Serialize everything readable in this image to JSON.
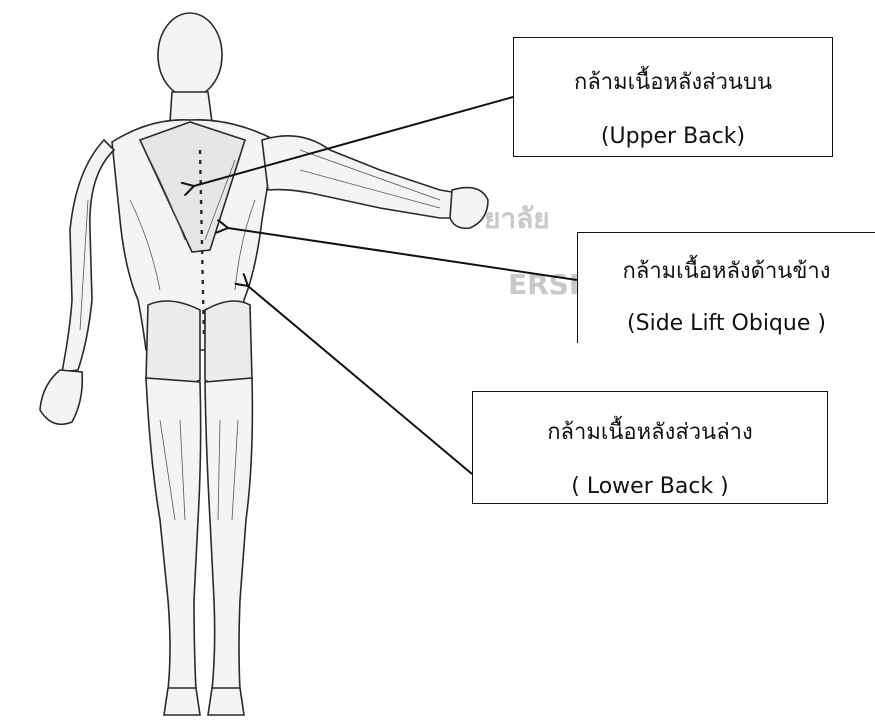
{
  "labels": [
    {
      "id": "upper",
      "thai": "กล้ามเนื้อหลังส่วนบน",
      "english": "(Upper Back)"
    },
    {
      "id": "side",
      "thai": "กล้ามเนื้อหลังด้านข้าง",
      "english": "(Side Lift Obique )"
    },
    {
      "id": "lower",
      "thai": "กล้ามเนื้อหลังส่วนล่าง",
      "english": "( Lower Back )"
    }
  ],
  "watermark": {
    "thai_fragment": "ยาลัย",
    "latin_fragment": "ERSI"
  },
  "colors": {
    "line": "#111111",
    "muscle": "#2a2a2a",
    "skin": "#f4f4f4",
    "watermark": "#c9c9c9"
  }
}
